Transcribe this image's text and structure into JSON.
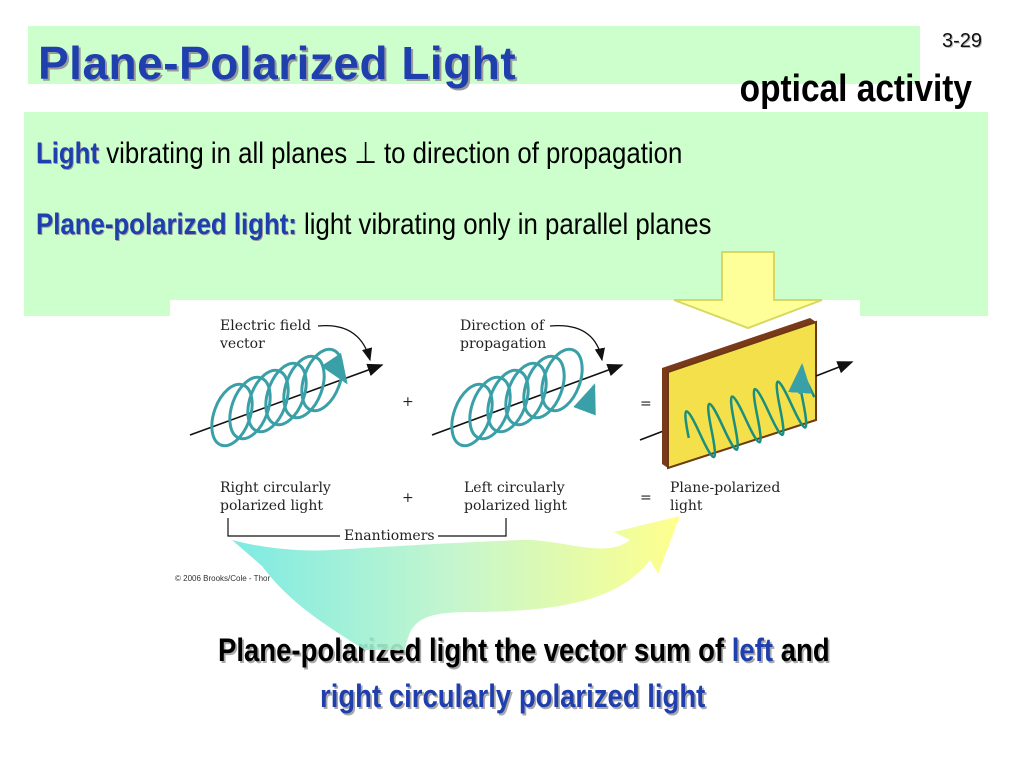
{
  "slide": {
    "title": "Plane-Polarized Light",
    "number": "3-29",
    "subtitle": "optical activity"
  },
  "content": {
    "line1": {
      "term": "Light",
      "rest": " vibrating in all planes ⊥ to direction of propagation"
    },
    "line2": {
      "term": "Plane-polarized light:",
      "rest": " light vibrating only in parallel planes"
    }
  },
  "figure": {
    "label_electric_field_1": "Electric field",
    "label_electric_field_2": "vector",
    "label_direction_1": "Direction of",
    "label_direction_2": "propagation",
    "plus_top": "+",
    "equals_top": "=",
    "label_right_1": "Right circularly",
    "label_right_2": "polarized light",
    "plus_bottom": "+",
    "label_left_1": "Left circularly",
    "label_left_2": "polarized light",
    "equals_bottom": "=",
    "label_plane_1": "Plane-polarized",
    "label_plane_2": "light",
    "label_enantiomers": "Enantiomers",
    "copyright": "© 2006 Brooks/Cole - Thor"
  },
  "bottom": {
    "part1": "Plane-polarized light the vector sum of ",
    "left_word": "left",
    "part2": " and",
    "line2": "right circularly polarized light"
  },
  "colors": {
    "title_blue": "#1f3fae",
    "panel_green": "#ccffcc",
    "helix_teal": "#3aa0a8",
    "plate_yellow": "#f4e04a",
    "arrow_yellow": "#ffff99"
  }
}
